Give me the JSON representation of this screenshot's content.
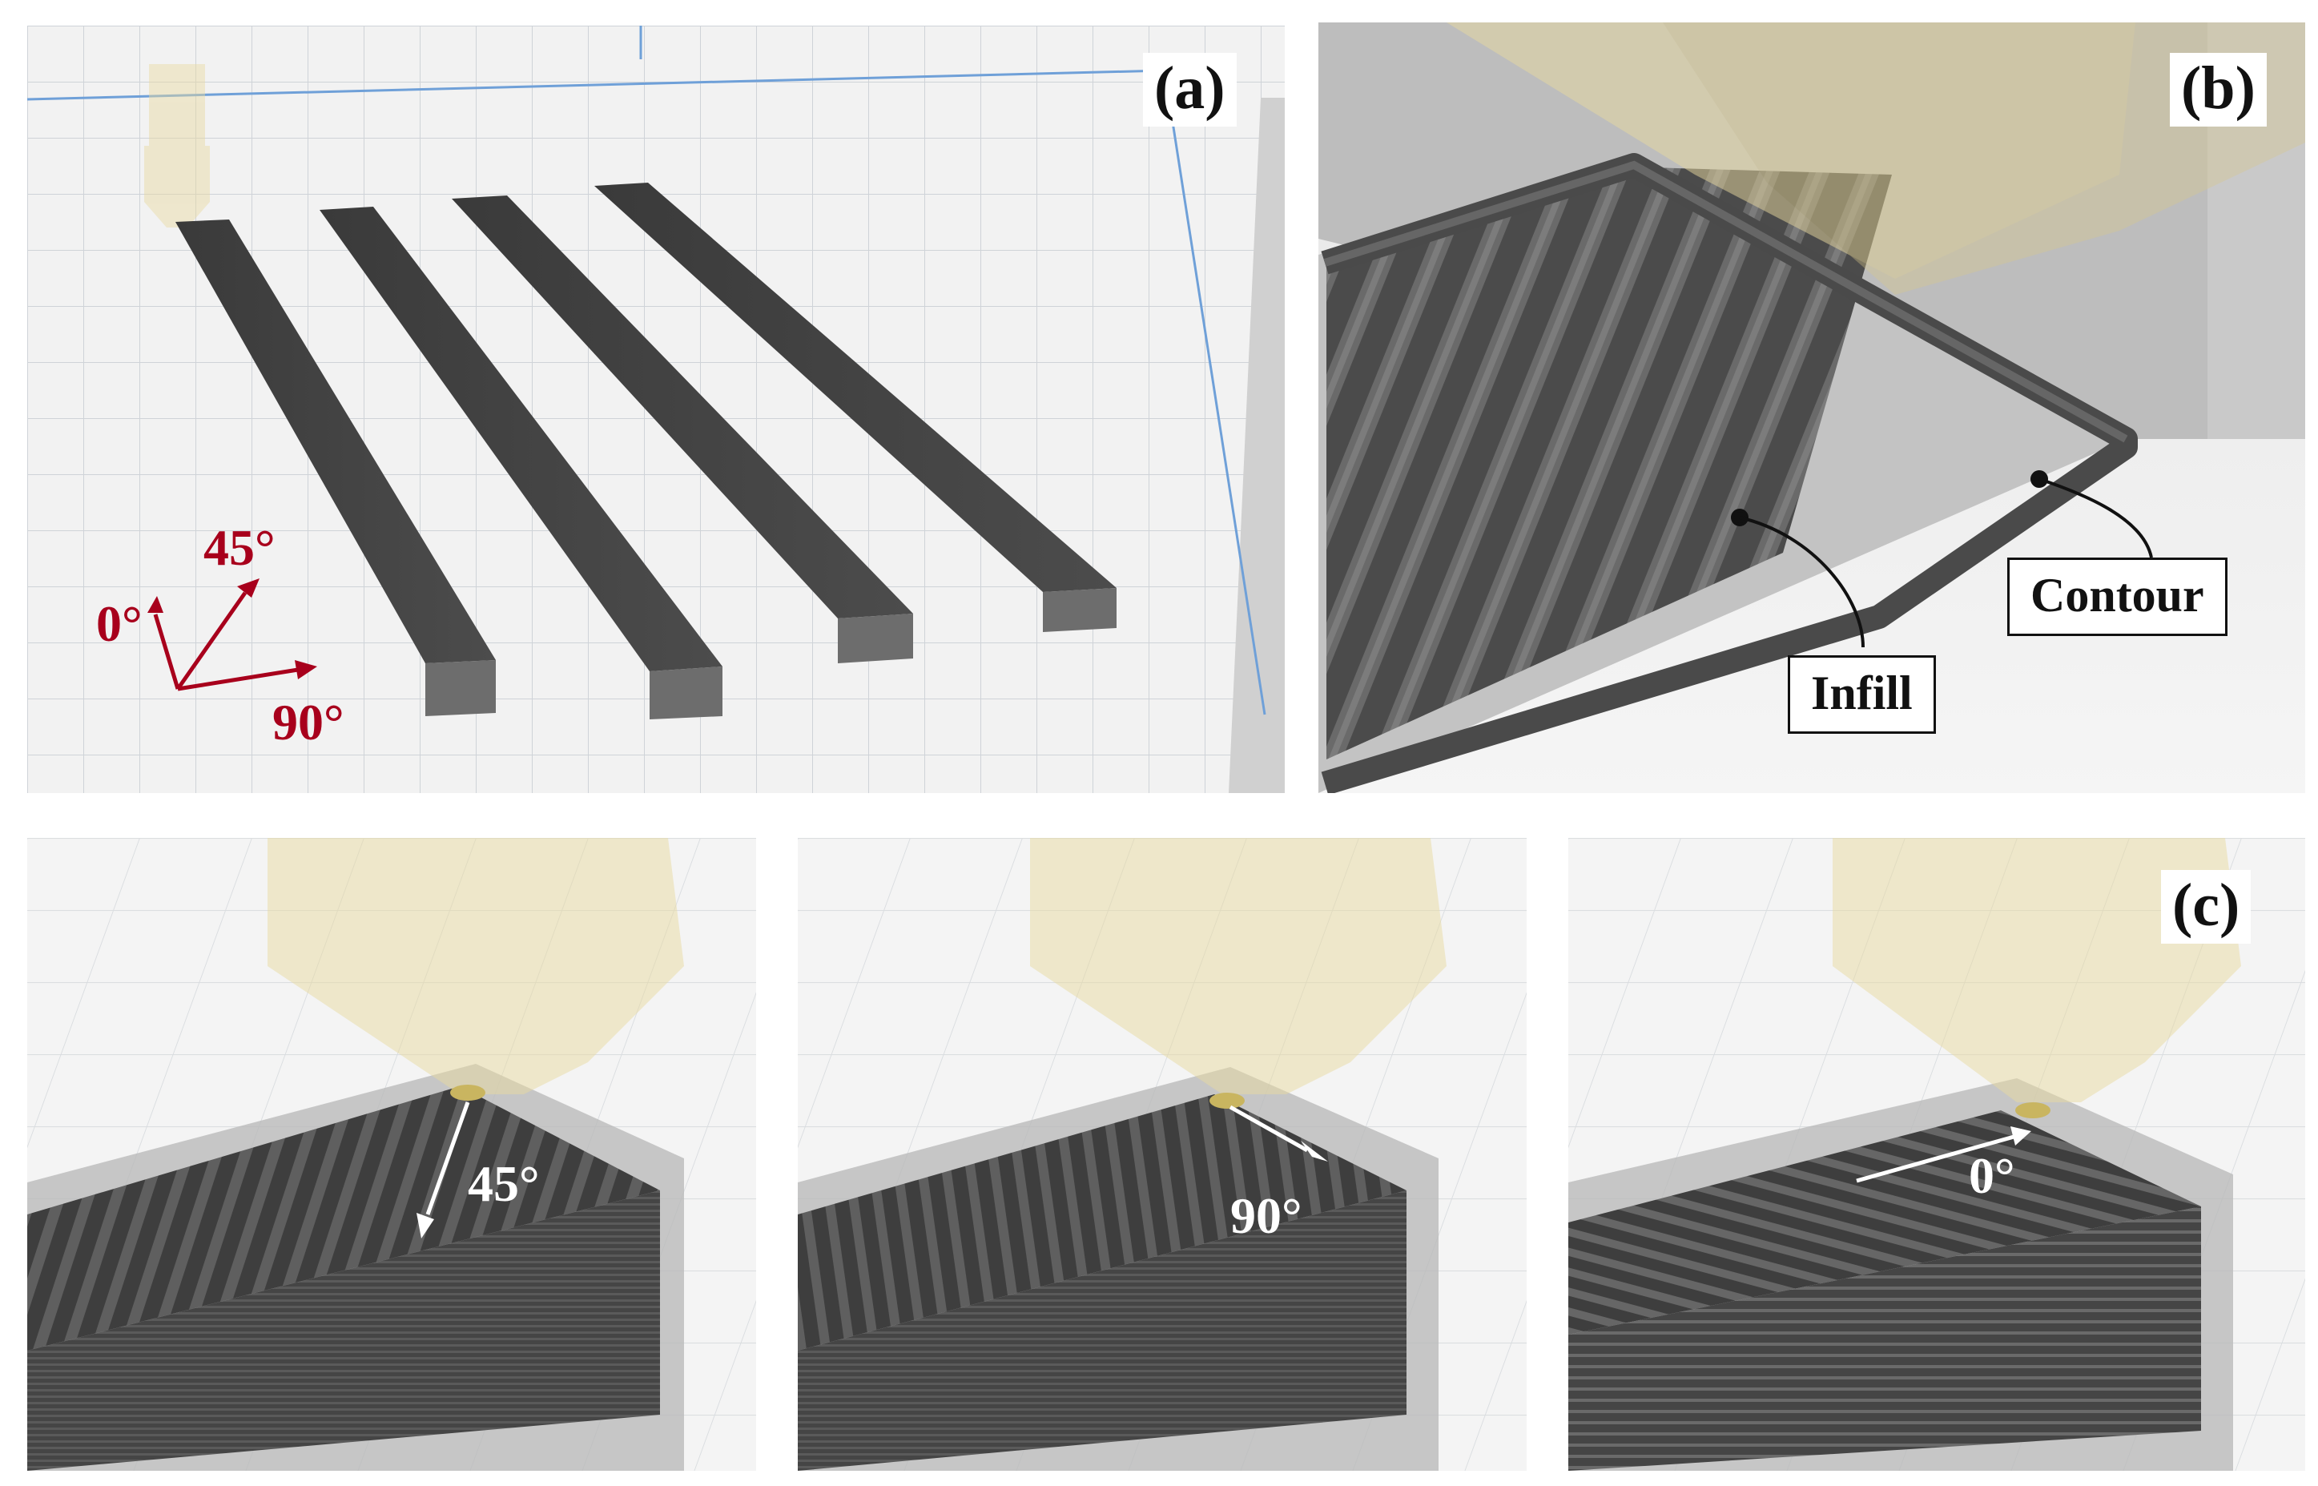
{
  "panels": {
    "a": {
      "tag": "(a)",
      "angles": [
        "0°",
        "45°",
        "90°"
      ]
    },
    "b": {
      "tag": "(b)",
      "infill_label": "Infill",
      "contour_label": "Contour"
    },
    "c": {
      "tag": "(c)",
      "views": [
        "45°",
        "90°",
        "0°"
      ]
    }
  },
  "colors": {
    "build_plate": "#ececec",
    "grid_lines": "#cfd3d8",
    "printed_part": "#4a4a4a",
    "nozzle": "#e8d9a0",
    "angle_arrows": "#a8001c"
  }
}
